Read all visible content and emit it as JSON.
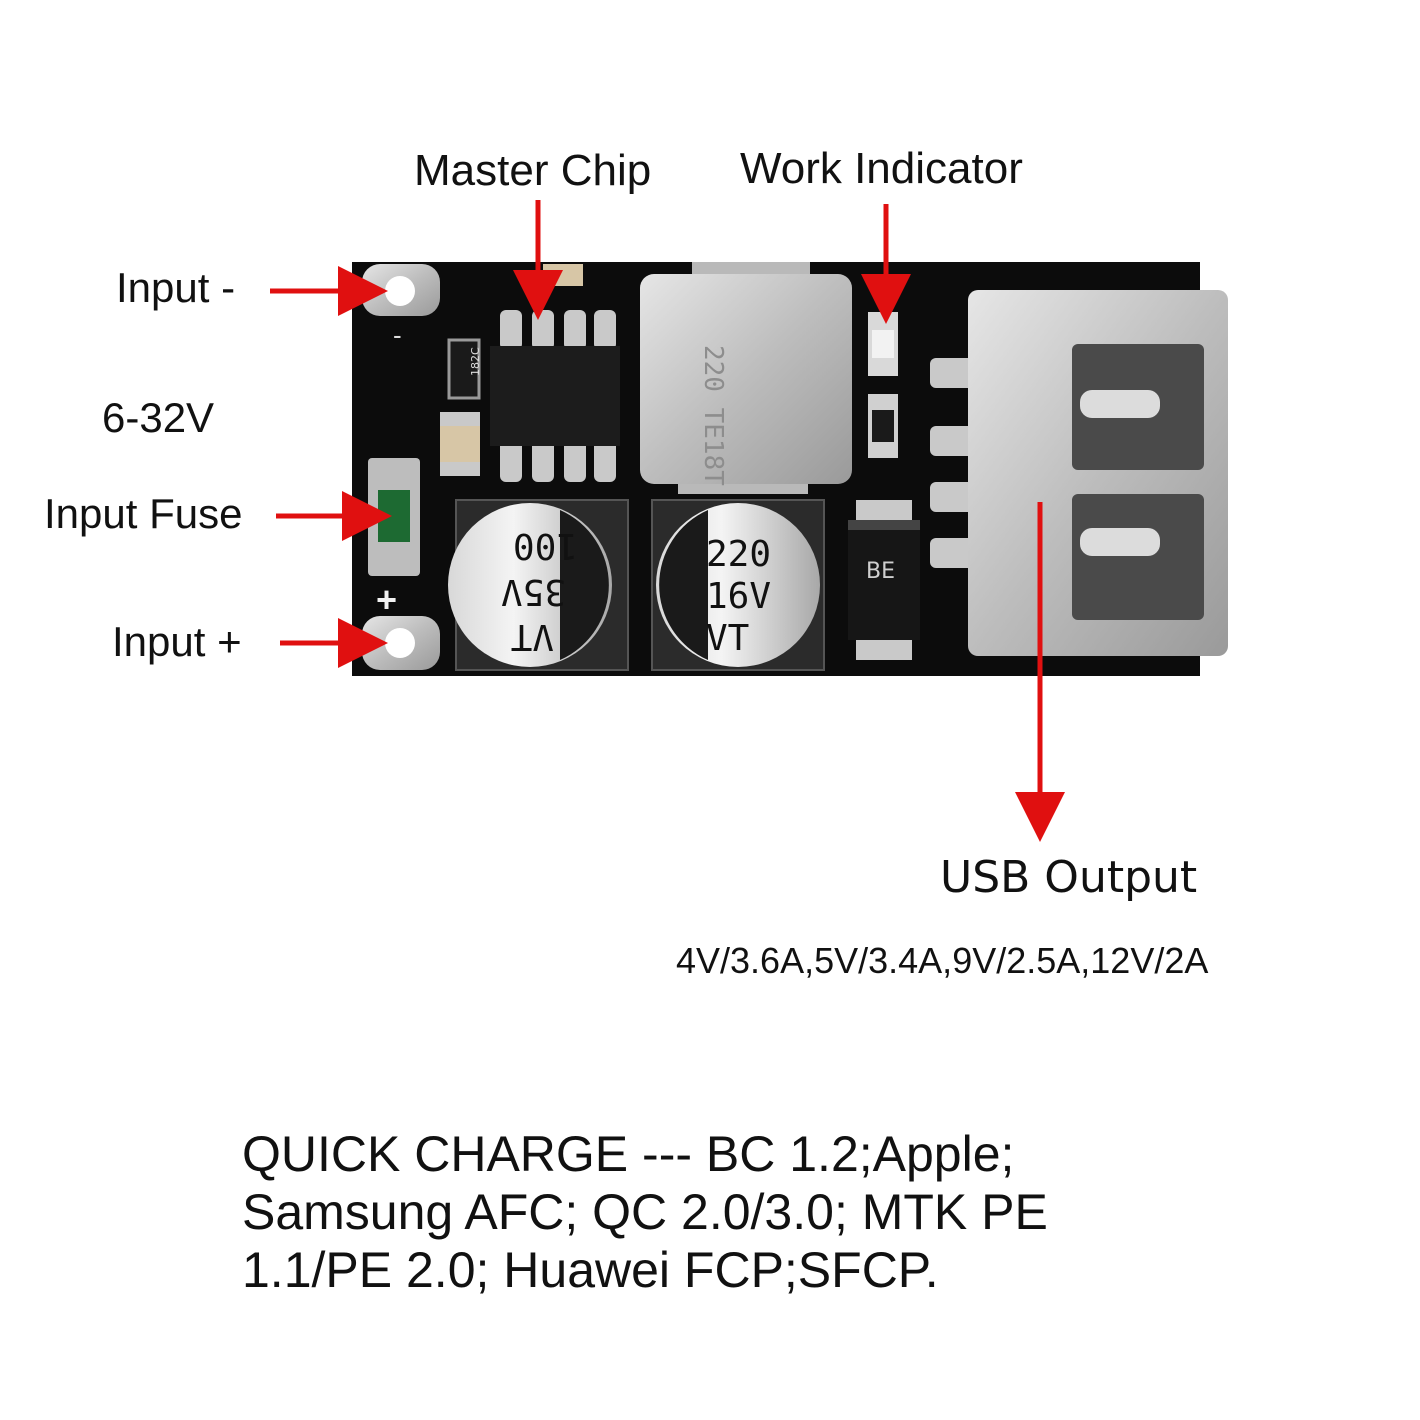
{
  "labels": {
    "master_chip": "Master Chip",
    "work_indicator": "Work Indicator",
    "input_minus": "Input -",
    "voltage_range": "6-32V",
    "input_fuse": "Input Fuse",
    "input_plus": "Input +",
    "usb_output": "USB Output",
    "usb_specs": "4V/3.6A,5V/3.4A,9V/2.5A,12V/2A"
  },
  "board": {
    "pad_minus_mark": "-",
    "pad_plus_mark": "+",
    "resistor_mark": "182C",
    "cap1_lines": [
      "VT",
      "35V",
      "100"
    ],
    "cap2_lines": [
      "220",
      "16V",
      "VT"
    ],
    "diode_mark": "BE",
    "inductor_mark": "220 TE18T"
  },
  "quick_charge": {
    "lines": [
      "QUICK CHARGE --- BC 1.2;Apple;",
      "Samsung AFC; QC 2.0/3.0; MTK PE",
      "1.1/PE 2.0; Huawei FCP;SFCP."
    ]
  },
  "colors": {
    "arrow": "#e01010",
    "pcb": "#0c0c0c",
    "metal": "#c9c9c9"
  }
}
